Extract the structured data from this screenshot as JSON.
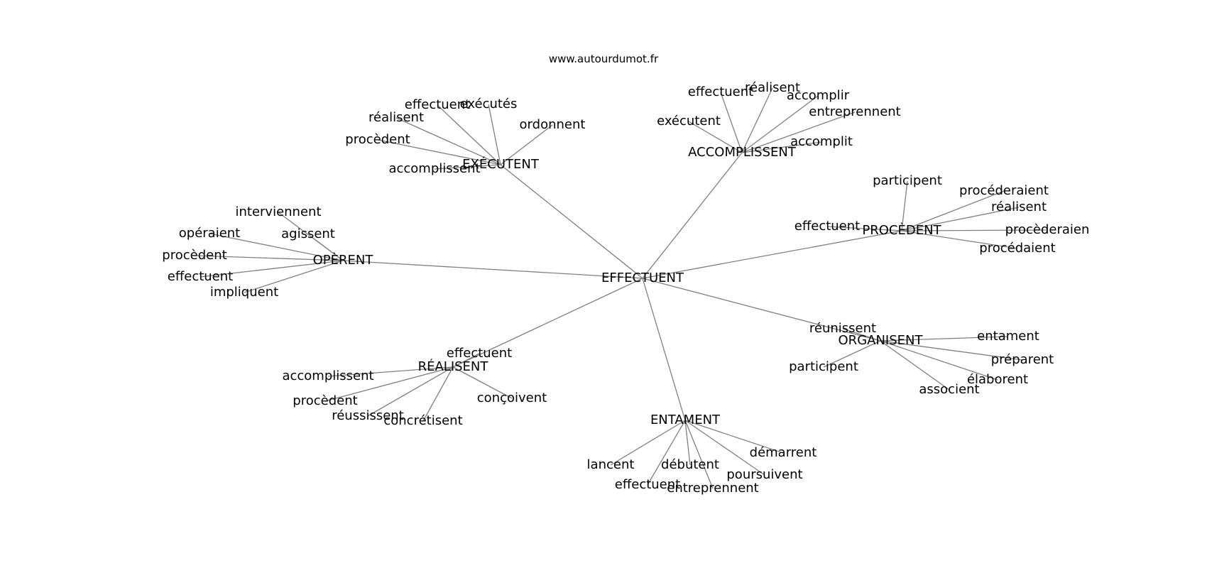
{
  "site_label": "www.autourdumot.fr",
  "colors": {
    "edge": "#808080",
    "text": "#000000",
    "background": "#ffffff"
  },
  "graph": {
    "center": "EFFECTUENT",
    "hubs": [
      {
        "name": "EXÉCUTENT",
        "leaves": [
          "effectuent",
          "exécutés",
          "ordonnent",
          "réalisent",
          "procèdent",
          "accomplissent"
        ]
      },
      {
        "name": "ACCOMPLISSENT",
        "leaves": [
          "effectuent",
          "réalisent",
          "accomplir",
          "entreprennent",
          "exécutent",
          "accomplit"
        ]
      },
      {
        "name": "PROCÈDENT",
        "leaves": [
          "participent",
          "procéderaient",
          "réalisent",
          "effectuent",
          "procèderaien",
          "procédaient"
        ]
      },
      {
        "name": "OPÈRENT",
        "leaves": [
          "interviennent",
          "opéraient",
          "agissent",
          "procèdent",
          "effectuent",
          "impliquent"
        ]
      },
      {
        "name": "ORGANISENT",
        "leaves": [
          "réunissent",
          "entament",
          "préparent",
          "participent",
          "élaborent",
          "associent"
        ]
      },
      {
        "name": "RÉALISENT",
        "leaves": [
          "effectuent",
          "accomplissent",
          "procèdent",
          "réussissent",
          "concrétisent",
          "conçoivent"
        ]
      },
      {
        "name": "ENTAMENT",
        "leaves": [
          "démarrent",
          "lancent",
          "débutent",
          "poursuivent",
          "effectuent",
          "entreprennent"
        ]
      }
    ]
  }
}
